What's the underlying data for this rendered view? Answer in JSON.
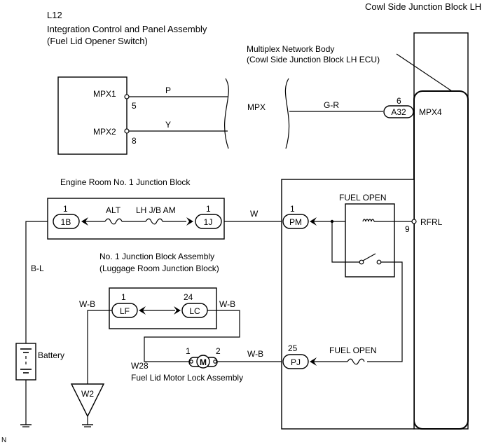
{
  "labels": {
    "cowl_side_jb": "Cowl Side Junction Block  LH",
    "l12_code": "L12",
    "l12_name": "Integration Control and Panel Assembly",
    "l12_sub": "(Fuel Lid Opener Switch)",
    "mux_name": "Multiplex Network Body",
    "mux_sub": "(Cowl Side Junction Block LH ECU)",
    "mpx1": "MPX1",
    "mpx2": "MPX2",
    "pin5": "5",
    "pin8": "8",
    "wire_p": "P",
    "wire_y": "Y",
    "mpx": "MPX",
    "wire_gr": "G-R",
    "pin6": "6",
    "conn_a32": "A32",
    "mpx4": "MPX4",
    "engine_room_jb": "Engine Room No. 1 Junction Block",
    "pin1_1b": "1",
    "conn_1b": "1B",
    "alt": "ALT",
    "lh_jb_am": "LH J/B AM",
    "pin1_1j": "1",
    "conn_1j": "1J",
    "wire_w": "W",
    "pin1_pm": "1",
    "conn_pm": "PM",
    "fuel_open_relay": "FUEL OPEN",
    "pin9": "9",
    "rfrl": "RFRL",
    "no1_jb": "No. 1 Junction Block Assembly",
    "no1_jb_sub": "(Luggage Room Junction Block)",
    "wire_bl": "B-L",
    "pin1_lf": "1",
    "pin24_lc": "24",
    "wire_wb_left": "W-B",
    "conn_lf": "LF",
    "conn_lc": "LC",
    "wire_wb_right": "W-B",
    "battery": "Battery",
    "pin1_motor": "1",
    "pin2_motor": "2",
    "motor_symbol": "M",
    "wire_wb_motor": "W-B",
    "pin25": "25",
    "conn_pj": "PJ",
    "fuel_open_fuse": "FUEL OPEN",
    "w28_code": "W28",
    "w28_name": "Fuel Lid Motor Lock Assembly",
    "ground_w2": "W2",
    "corner_mark": "N"
  }
}
